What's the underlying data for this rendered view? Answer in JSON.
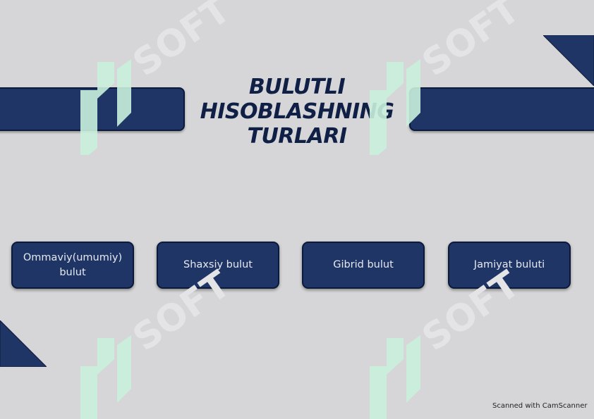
{
  "title": {
    "line1": "BULUTLI",
    "line2": "HISOBLASHNING",
    "line3": "TURLARI"
  },
  "cards": [
    {
      "label": "Ommaviy(umumiy) bulut"
    },
    {
      "label": "Shaxsiy bulut"
    },
    {
      "label": "Gibrid bulut"
    },
    {
      "label": "Jamiyat buluti"
    }
  ],
  "watermark": {
    "text": "SOFT"
  },
  "footer": {
    "scanner_note": "Scanned with CamScanner"
  },
  "colors": {
    "background": "#d6d6d8",
    "navy": "#1f3566",
    "navy_dark": "#0b1a3a",
    "title": "#0f1f45",
    "card_text": "#e6e9f2",
    "watermark_green": "#c9f0dd",
    "watermark_grey": "#e4e4e6"
  }
}
